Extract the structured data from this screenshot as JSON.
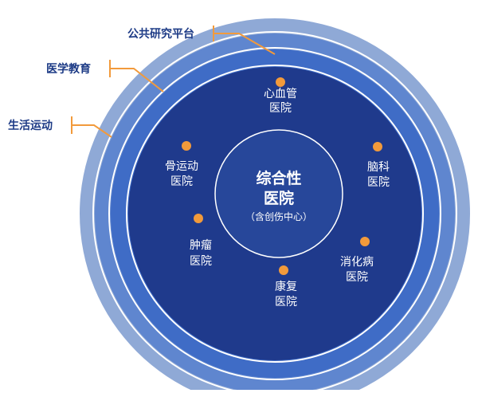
{
  "layers": {
    "research": "公共研究平台",
    "education": "医学教育",
    "sports": "生活运动"
  },
  "center": {
    "line1": "综合性",
    "line2": "医院",
    "sub": "（含创伤中心）"
  },
  "hospitals": [
    {
      "line1": "心血管",
      "line2": "医院"
    },
    {
      "line1": "脑科",
      "line2": "医院"
    },
    {
      "line1": "消化病",
      "line2": "医院"
    },
    {
      "line1": "康复",
      "line2": "医院"
    },
    {
      "line1": "肿瘤",
      "line2": "医院"
    },
    {
      "line1": "骨运动",
      "line2": "医院"
    }
  ],
  "colors": {
    "ring_outer": "#8fa9d6",
    "ring_2": "#5f86cf",
    "ring_3": "#3f6cc6",
    "core_dark": "#1f3a8c",
    "center_disc": "#27479a",
    "dot": "#f29a3b",
    "leader": "#f29a3b",
    "label_text": "#1d3b86"
  }
}
